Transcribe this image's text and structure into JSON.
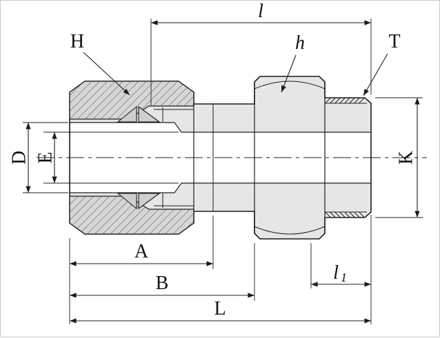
{
  "drawing": {
    "labels": {
      "l": "l",
      "H": "H",
      "h": "h",
      "T": "T",
      "D": "D",
      "E": "E",
      "K": "K",
      "A": "A",
      "B": "B",
      "L": "L",
      "l1_base": "l",
      "l1_sub": "1"
    },
    "colors": {
      "background": "#ffffff",
      "line": "#1c1c1c",
      "body_fill": "#e6e6e6",
      "nut_fill": "#d6d6d6",
      "bore_fill": "#ffffff"
    }
  }
}
